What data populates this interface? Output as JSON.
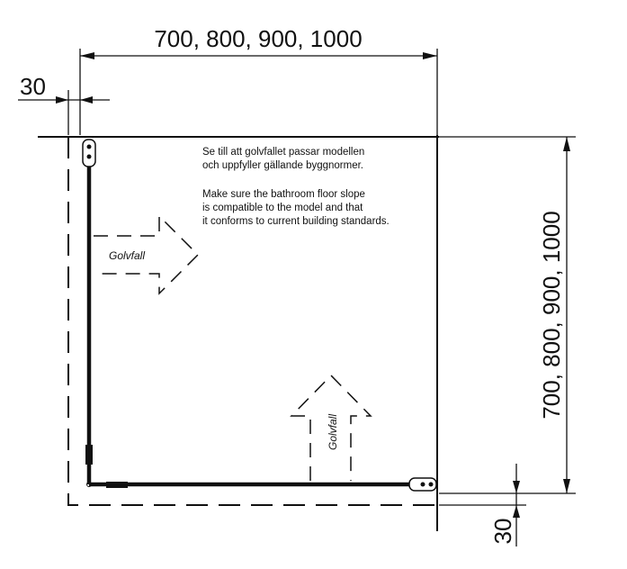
{
  "dimensions": {
    "width_options": "700, 800, 900, 1000",
    "depth_options": "700, 800, 900, 1000",
    "offset_left": "30",
    "offset_bottom": "30"
  },
  "note": {
    "sv_line1": "Se till att golvfallet passar modellen",
    "sv_line2": "och uppfyller gällande byggnormer.",
    "en_line1": "Make sure the bathroom floor slope",
    "en_line2": "is compatible to the model and that",
    "en_line3": "it conforms to current building standards."
  },
  "slope_arrows": {
    "left_label": "Golvfall",
    "bottom_label": "Golvfall"
  },
  "colors": {
    "line": "#111111",
    "background": "#ffffff"
  }
}
